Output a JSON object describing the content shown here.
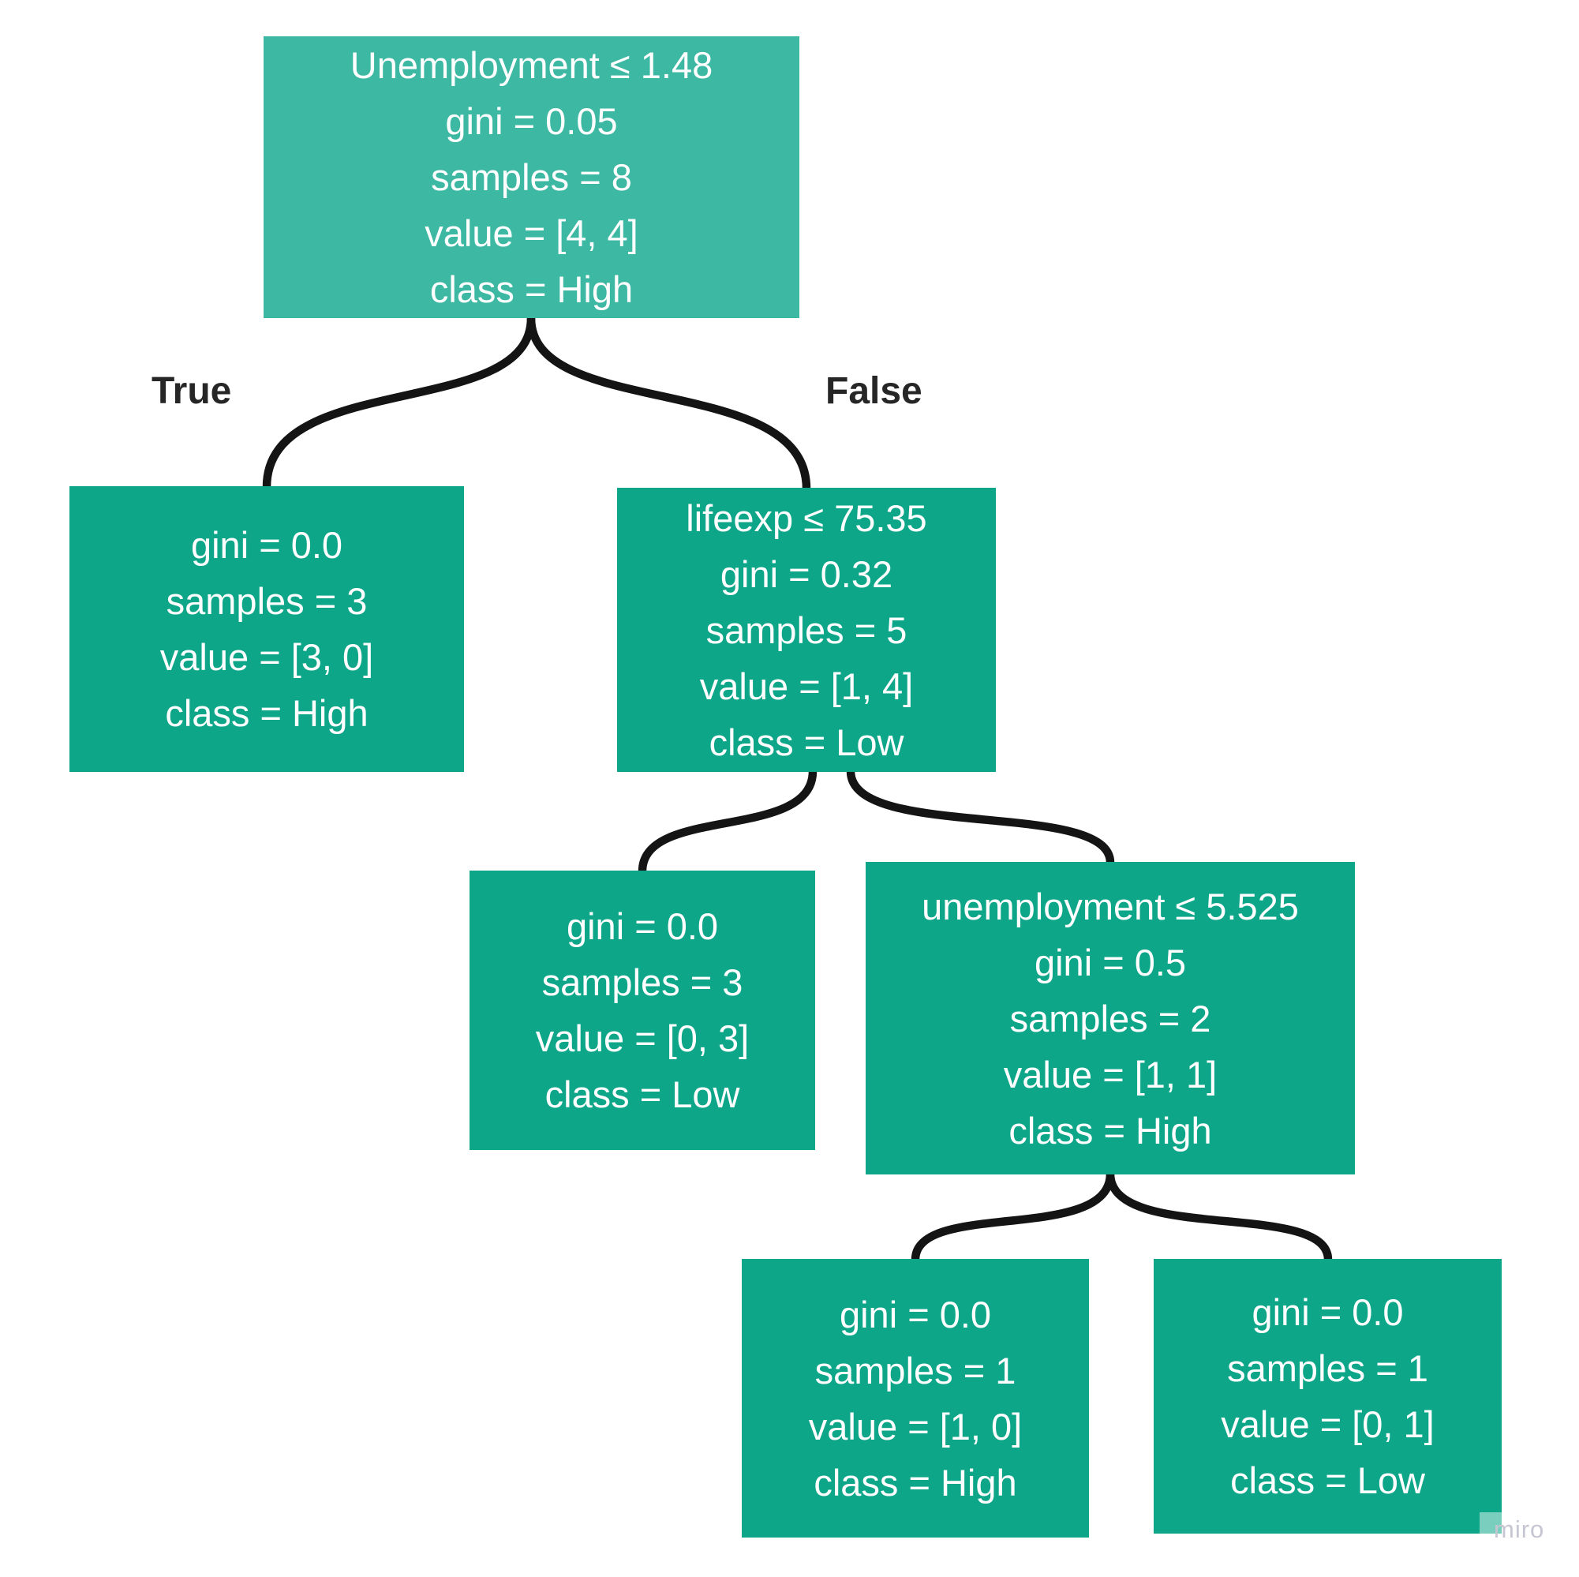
{
  "tree": {
    "branch_labels": {
      "true_label": "True",
      "false_label": "False"
    },
    "nodes": {
      "root": {
        "lines": [
          "Unemployment ≤ 1.48",
          "gini = 0.05",
          "samples = 8",
          "value = [4, 4]",
          "class = High"
        ]
      },
      "left_leaf": {
        "lines": [
          "gini = 0.0",
          "samples = 3",
          "value = [3, 0]",
          "class = High"
        ]
      },
      "lifeexp": {
        "lines": [
          "lifeexp ≤ 75.35",
          "gini = 0.32",
          "samples = 5",
          "value = [1, 4]",
          "class = Low"
        ]
      },
      "lifeexp_left_leaf": {
        "lines": [
          "gini = 0.0",
          "samples = 3",
          "value = [0, 3]",
          "class = Low"
        ]
      },
      "unemployment": {
        "lines": [
          "unemployment ≤ 5.525",
          "gini = 0.5",
          "samples = 2",
          "value = [1, 1]",
          "class = High"
        ]
      },
      "unemployment_left_leaf": {
        "lines": [
          "gini = 0.0",
          "samples = 1",
          "value = [1, 0]",
          "class = High"
        ]
      },
      "unemployment_right_leaf": {
        "lines": [
          "gini = 0.0",
          "samples = 1",
          "value = [0, 1]",
          "class = Low"
        ]
      }
    },
    "colors": {
      "root_fill": "#3db8a3",
      "node_fill": "#0ea689",
      "edge": "#141414",
      "branch_label_text": "#262626",
      "node_text": "#ffffff",
      "background": "#ffffff",
      "watermark_text": "#c5c6d1"
    },
    "watermark": {
      "text": "miro"
    }
  }
}
